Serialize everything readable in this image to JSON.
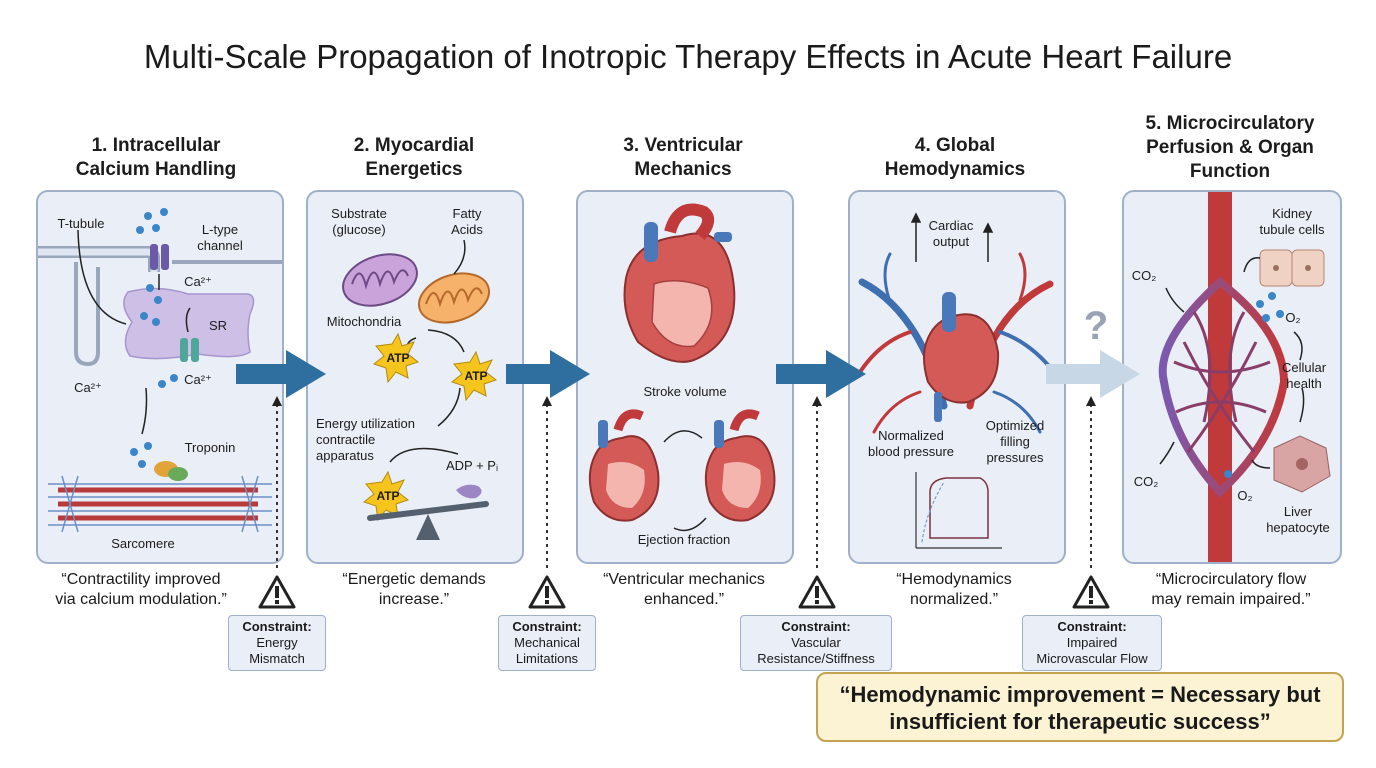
{
  "title": "Multi-Scale Propagation of Inotropic Therapy Effects in Acute Heart Failure",
  "stages": [
    {
      "title_lines": [
        "1. Intracellular",
        "Calcium Handling"
      ],
      "labels": {
        "t_tubule": "T-tubule",
        "l_type": "L-type\nchannel",
        "ca_in": "Ca²⁺",
        "sr": "SR",
        "ca_left": "Ca²⁺",
        "ca_release": "Ca²⁺",
        "troponin": "Troponin",
        "sarcomere": "Sarcomere"
      },
      "quote": "“Contractility improved\nvia calcium modulation.”"
    },
    {
      "title_lines": [
        "2. Myocardial",
        "Energetics"
      ],
      "labels": {
        "substrate": "Substrate\n(glucose)",
        "fatty": "Fatty\nAcids",
        "mito": "Mitochondria",
        "atp": "ATP",
        "energy": "Energy utilization\ncontractile\napparatus",
        "adp": "ADP + Pᵢ"
      },
      "quote": "“Energetic demands\nincrease.”"
    },
    {
      "title_lines": [
        "3. Ventricular",
        "Mechanics"
      ],
      "labels": {
        "stroke": "Stroke volume",
        "ejection": "Ejection fraction"
      },
      "quote": "“Ventricular mechanics\nenhanced.”"
    },
    {
      "title_lines": [
        "4. Global",
        "Hemodynamics"
      ],
      "labels": {
        "cardiac": "Cardiac\noutput",
        "bp": "Normalized\nblood pressure",
        "filling": "Optimized\nfilling\npressures"
      },
      "quote": "“Hemodynamics\nnormalized.”"
    },
    {
      "title_lines": [
        "5. Microcirculatory",
        "Perfusion & Organ",
        "Function"
      ],
      "labels": {
        "kidney": "Kidney\ntubule cells",
        "co2a": "CO₂",
        "o2a": "O₂",
        "cellular": "Cellular\nhealth",
        "co2b": "CO₂",
        "o2b": "O₂",
        "liver": "Liver\nhepatocyte"
      },
      "quote": "“Microcirculatory flow\nmay remain impaired.”"
    }
  ],
  "constraints": [
    {
      "heading": "Constraint:",
      "text": "Energy\nMismatch"
    },
    {
      "heading": "Constraint:",
      "text": "Mechanical\nLimitations"
    },
    {
      "heading": "Constraint:",
      "text": "Vascular\nResistance/Stiffness"
    },
    {
      "heading": "Constraint:",
      "text": "Impaired\nMicrovascular Flow"
    }
  ],
  "question_mark": "?",
  "summary": "“Hemodynamic improvement = Necessary but\ninsufficient for therapeutic success”",
  "colors": {
    "panel_bg": "#e9eef7",
    "panel_border": "#9fb0c8",
    "arrow_blue": "#2f6fa0",
    "arrow_faded": "#c8d7e6",
    "summary_bg": "#fbf3d3",
    "summary_border": "#c5a24f",
    "artery_red": "#c0393b",
    "vein_blue": "#3f6fb0"
  },
  "icons": [
    "warning-icon",
    "atp-burst-icon",
    "heart-icon",
    "mitochondria-icon",
    "capillary-network-icon"
  ]
}
